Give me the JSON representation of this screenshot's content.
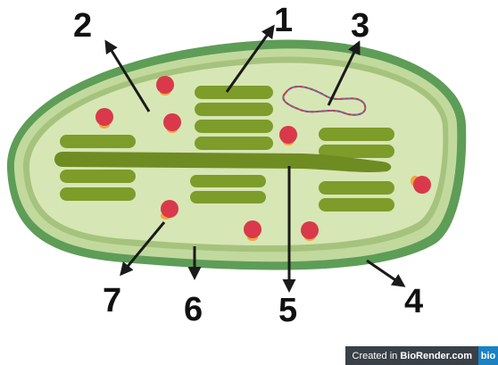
{
  "labels": [
    "1",
    "2",
    "3",
    "4",
    "5",
    "6",
    "7"
  ],
  "colors": {
    "outer_membrane": "#5e9d57",
    "outer_fill": "#cfe1ad",
    "stroma": "#d7e6b5",
    "inner_membrane": "#a6c37e",
    "thylakoid": "#7d9c2a",
    "thylakoid_dark": "#617d1e",
    "ribosome": "#d9394a",
    "ribosome_base": "#f2a53b",
    "dna_a": "#d33c3c",
    "dna_b": "#5a6fb5",
    "arrow": "#1a1a1a"
  },
  "watermark": {
    "prefix": "Created in ",
    "brand": "BioRender.com",
    "logo": "bio"
  }
}
